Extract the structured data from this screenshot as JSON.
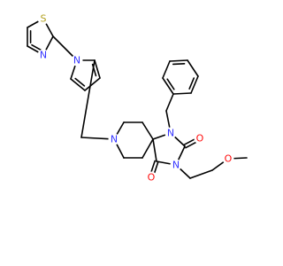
{
  "colors": {
    "bond": "#000000",
    "N": "#3333ff",
    "O": "#ff0d0d",
    "S": "#b2a01e"
  },
  "atoms": [
    {
      "id": "s1",
      "label": "S",
      "element": "S"
    },
    {
      "id": "n_thz",
      "label": "N",
      "element": "N"
    },
    {
      "id": "n_pyr",
      "label": "N",
      "element": "N"
    },
    {
      "id": "n_pip",
      "label": "N",
      "element": "N"
    },
    {
      "id": "n1",
      "label": "N",
      "element": "N"
    },
    {
      "id": "n3",
      "label": "N",
      "element": "N"
    },
    {
      "id": "o_top",
      "label": "O",
      "element": "O"
    },
    {
      "id": "o_bot",
      "label": "O",
      "element": "O"
    },
    {
      "id": "o_ether",
      "label": "O",
      "element": "O"
    }
  ]
}
